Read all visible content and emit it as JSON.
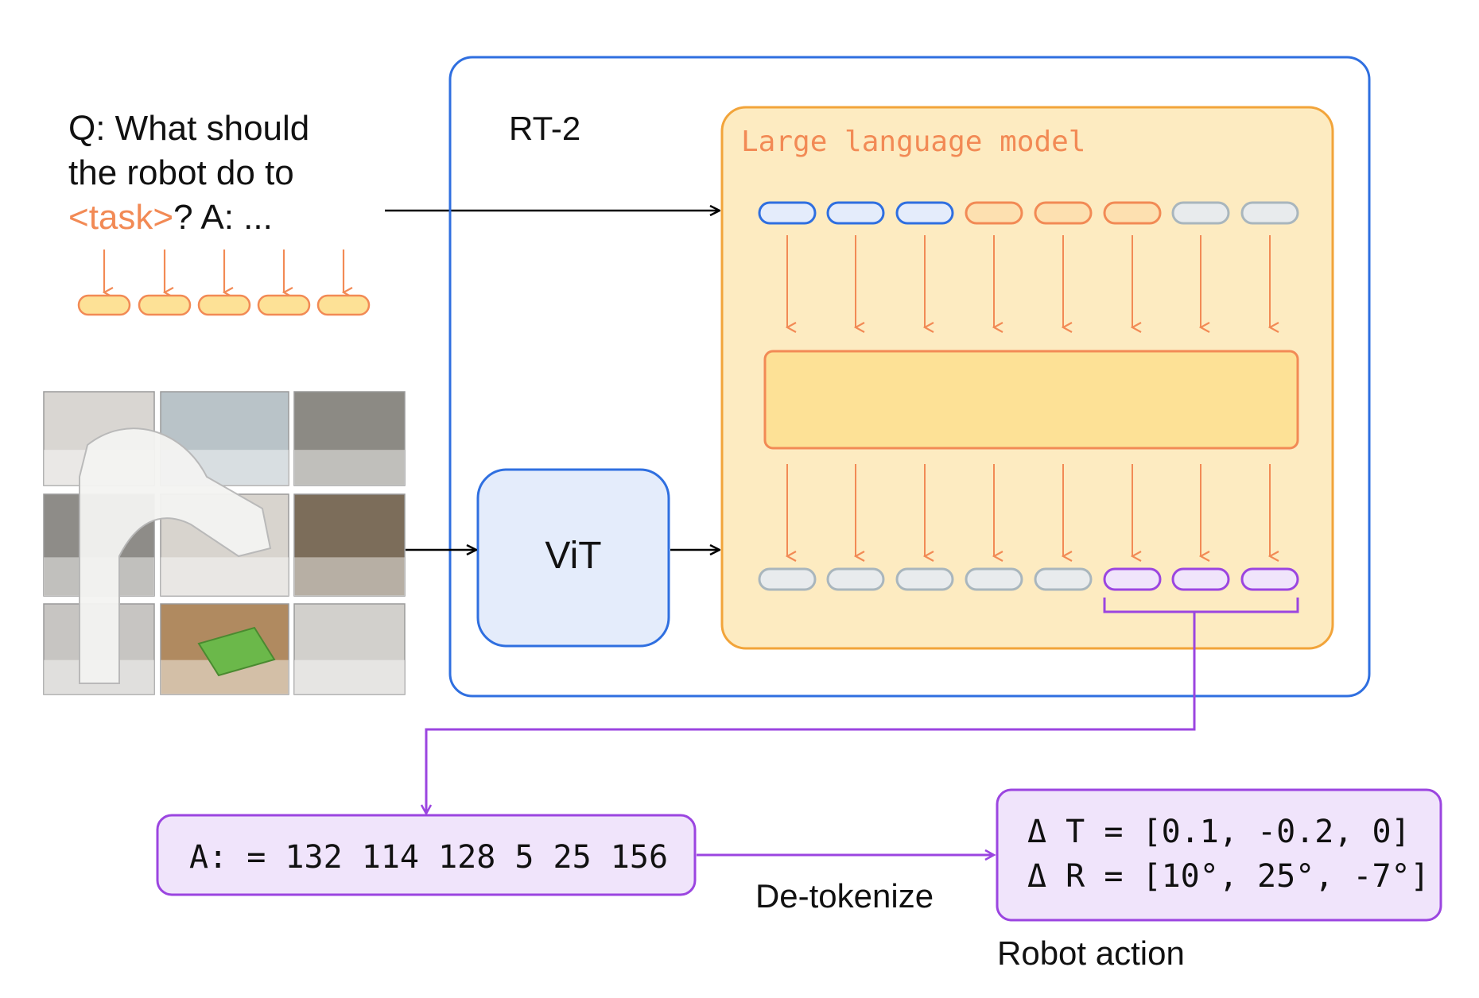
{
  "prompt": {
    "line1": "Q: What should",
    "line2": "the robot do to",
    "task_token": "<task>",
    "line3_rest": "? A: ..."
  },
  "rt2": {
    "title": "RT-2"
  },
  "llm": {
    "title": "Large language model"
  },
  "vit": {
    "label": "ViT"
  },
  "output": {
    "tokens_text": "A: = 132 114 128 5 25 156"
  },
  "detokenize": {
    "label": "De-tokenize"
  },
  "robot_action": {
    "line1": "Δ T = [0.1, -0.2, 0]",
    "line2": "Δ R = [10°, 25°, -7°]",
    "caption": "Robot action"
  },
  "colors": {
    "blue": "#2f6fe0",
    "orange": "#f28a55",
    "purple": "#9b45e0",
    "gray": "#a9b6bd",
    "llm_fill": "#fdebc1",
    "llm_border": "#f2a43a",
    "vit_fill": "#e4ecfb",
    "action_fill": "#f0e4fb"
  }
}
